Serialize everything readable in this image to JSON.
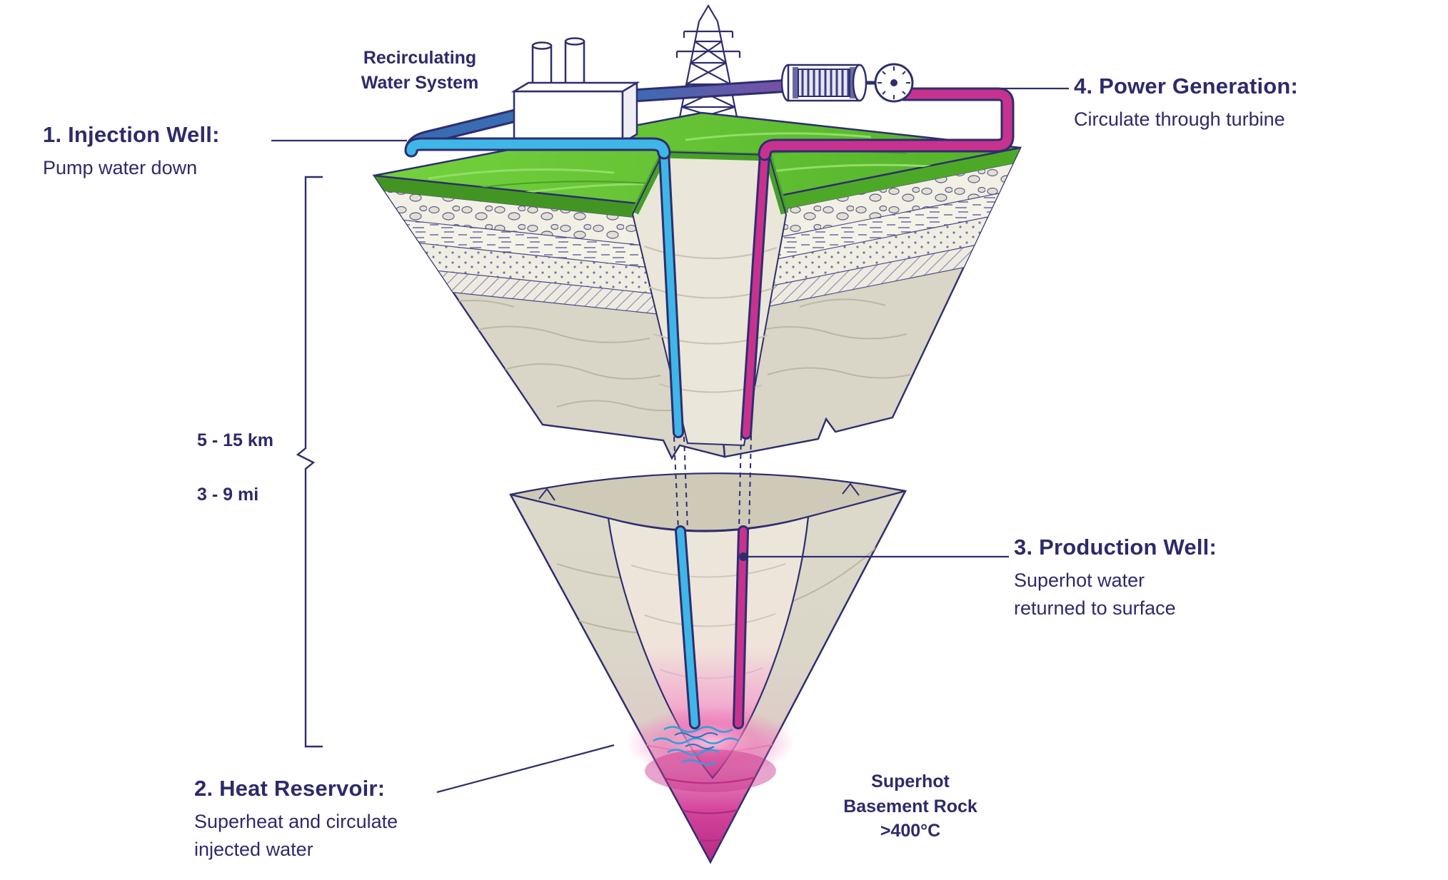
{
  "colors": {
    "text_navy": "#2d2a6b",
    "outline_navy": "#2e2e6e",
    "cold_water_cyan": "#3fb6e8",
    "recirc_dark_blue": "#3a6cb3",
    "pipe_purple": "#7b4fa3",
    "hot_water_magenta": "#c8328f",
    "grass_green": "#5ec431",
    "rock_beige": "#d9d5c7",
    "superhot_rock_magenta": "#b52a85"
  },
  "icons": [
    "power-plant-icon",
    "transmission-tower-icon",
    "turbine-generator-icon",
    "generator-disc-icon"
  ],
  "labels": {
    "recirculating": {
      "line1": "Recirculating",
      "line2": "Water System"
    },
    "injection": {
      "title": "1. Injection Well:",
      "desc": "Pump water down"
    },
    "reservoir": {
      "title": "2. Heat Reservoir:",
      "desc1": "Superheat and circulate",
      "desc2": "injected water"
    },
    "production": {
      "title": "3. Production Well:",
      "desc1": "Superhot water",
      "desc2": "returned to surface"
    },
    "power": {
      "title": "4. Power Generation:",
      "desc": "Circulate through turbine"
    },
    "depth": {
      "km": "5 - 15 km",
      "mi": "3 - 9 mi"
    },
    "basement": {
      "line1": "Superhot",
      "line2": "Basement Rock",
      "line3": ">400°C"
    }
  }
}
